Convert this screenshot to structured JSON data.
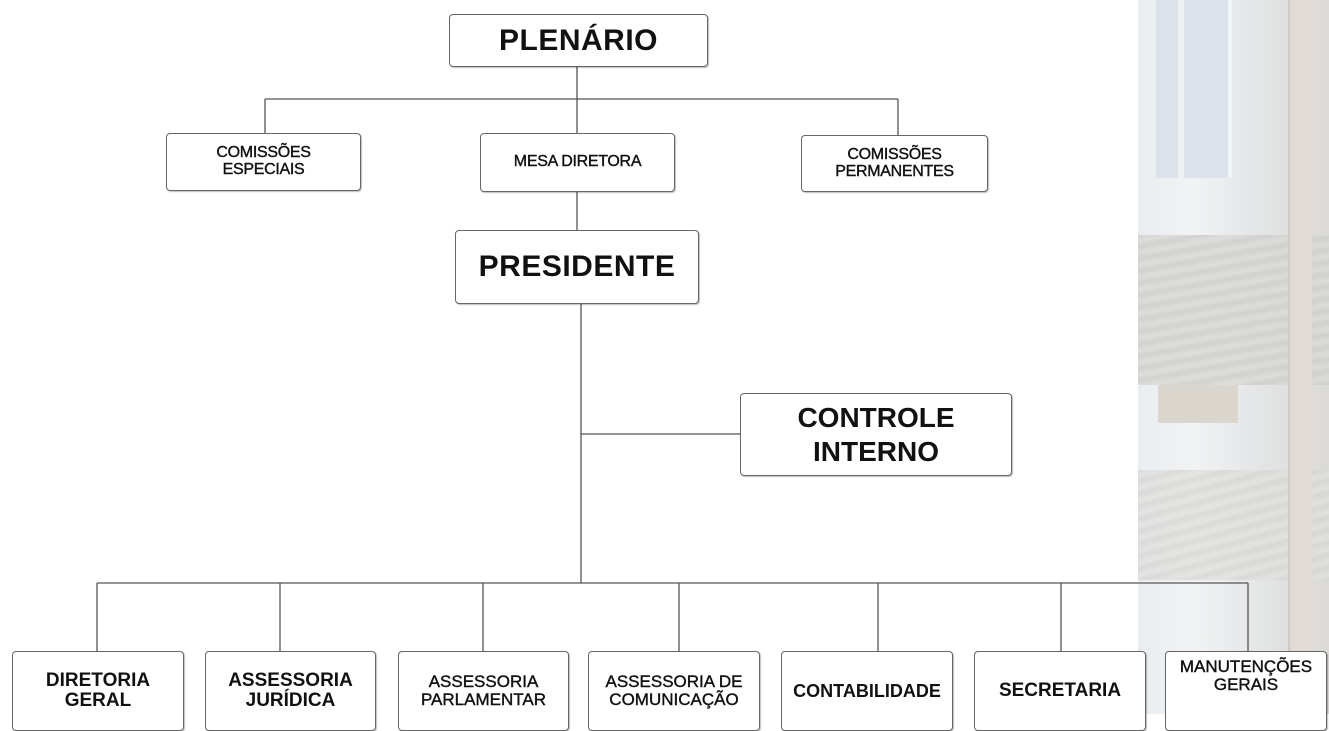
{
  "top": {
    "label": "PLENÁRIO"
  },
  "second_level": [
    {
      "label": "COMISSÕES\nESPECIAIS"
    },
    {
      "label": "MESA DIRETORA"
    },
    {
      "label": "COMISSÕES\nPERMANENTES"
    }
  ],
  "president": {
    "label": "PRESIDENTE"
  },
  "internal_control": {
    "label": "CONTROLE\nINTERNO"
  },
  "departments": [
    {
      "label": "DIRETORIA\nGERAL"
    },
    {
      "label": "ASSESSORIA\nJURÍDICA"
    },
    {
      "label": "ASSESSORIA\nPARLAMENTAR"
    },
    {
      "label": "ASSESSORIA DE\nCOMUNICAÇÃO"
    },
    {
      "label": "CONTABILIDADE"
    },
    {
      "label": "SECRETARIA"
    },
    {
      "label": "MANUTENÇÕES\nGERAIS"
    }
  ]
}
